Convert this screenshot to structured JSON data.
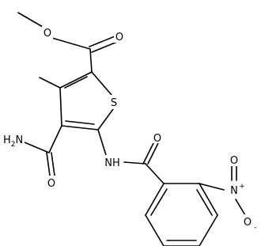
{
  "molecule": {
    "atoms": {
      "o_ester_carbonyl": "O",
      "o_ester_single": "O",
      "sulfur": "S",
      "amide_nh2": {
        "main": "H",
        "sub": "2",
        "tail": "N"
      },
      "amide_carbonyl_o": "O",
      "amide_nh": "NH",
      "benzamide_carbonyl_o": "O",
      "nitro_n": {
        "main": "N",
        "charge": "+"
      },
      "nitro_o_double": "O",
      "nitro_o_minus": {
        "main": "O",
        "charge": "-"
      }
    },
    "colors": {
      "bond": "#000000",
      "text": "#000000",
      "background": "#ffffff"
    }
  }
}
